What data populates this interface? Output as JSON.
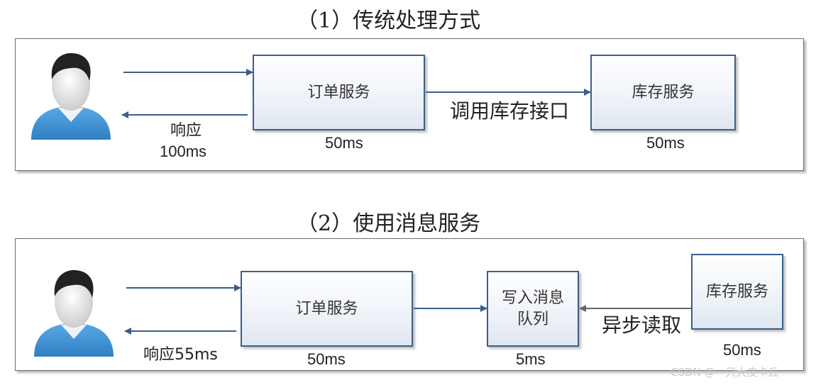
{
  "section1": {
    "title": "（1）传统处理方式",
    "order_service": "订单服务",
    "inventory_service": "库存服务",
    "call_label": "调用库存接口",
    "response_label": "响应",
    "response_time": "100ms",
    "order_time": "50ms",
    "inventory_time": "50ms"
  },
  "section2": {
    "title": "（2）使用消息服务",
    "order_service": "订单服务",
    "queue_box": "写入消息队列",
    "inventory_service": "库存服务",
    "async_label": "异步读取",
    "response_label": "响应55ms",
    "order_time": "50ms",
    "queue_time": "5ms",
    "inventory_time": "50ms"
  },
  "watermark": "CSDN @一只大皮卡丘",
  "colors": {
    "box_border": "#3b5f8a",
    "arrow": "#3b5f8a",
    "async_arrow": "#666666",
    "person_shirt": "#3d8fd1",
    "person_hair": "#222222"
  },
  "icons": [
    "user-icon",
    "user-icon"
  ]
}
